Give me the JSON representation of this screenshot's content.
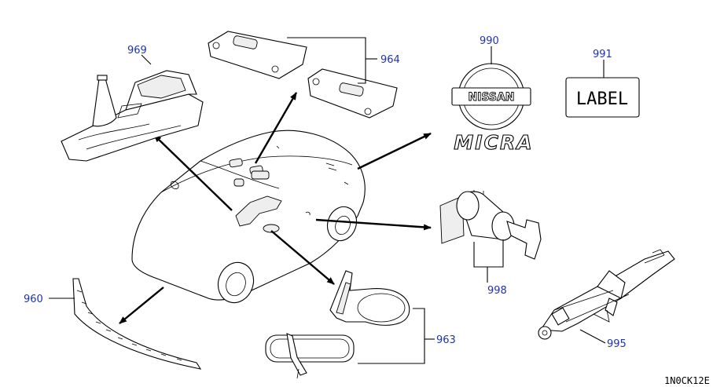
{
  "diagram": {
    "drawing_code": "1N0CK12E",
    "callouts": [
      {
        "id": "969",
        "part": "console-boot"
      },
      {
        "id": "964",
        "part": "sun-visors"
      },
      {
        "id": "990",
        "part": "emblems"
      },
      {
        "id": "991",
        "part": "label"
      },
      {
        "id": "960",
        "part": "front-spoiler"
      },
      {
        "id": "998",
        "part": "key-cylinder"
      },
      {
        "id": "963",
        "part": "mirrors"
      },
      {
        "id": "995",
        "part": "jack"
      }
    ],
    "emblem_badge_text": "NISSAN",
    "emblem_script_text": "MICRA",
    "label_plate_text": "LABEL"
  },
  "colors": {
    "callout_number": "#2233aa",
    "line_art": "#000000",
    "background": "#ffffff"
  }
}
